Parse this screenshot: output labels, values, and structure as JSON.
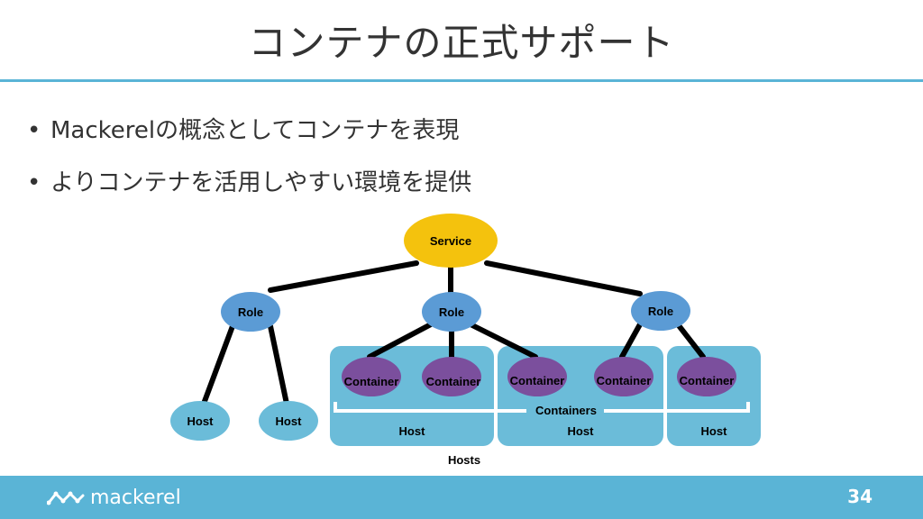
{
  "slide": {
    "title": "コンテナの正式サポート",
    "bullets": [
      "Mackerelの概念としてコンテナを表現",
      "よりコンテナを活用しやすい環境を提供"
    ],
    "page_number": "34"
  },
  "diagram": {
    "service": "Service",
    "roles": [
      "Role",
      "Role",
      "Role"
    ],
    "containers": [
      "Container",
      "Container",
      "Container",
      "Container",
      "Container"
    ],
    "hosts": [
      "Host",
      "Host",
      "Host",
      "Host",
      "Host"
    ],
    "containers_label": "Containers",
    "hosts_label": "Hosts"
  },
  "footer": {
    "brand": "mackerel"
  },
  "colors": {
    "accent": "#5ab4d6",
    "service": "#f4c20d",
    "role": "#5b9bd5",
    "container": "#7b4f9d",
    "host": "#6bbcd9",
    "line": "#000000"
  }
}
